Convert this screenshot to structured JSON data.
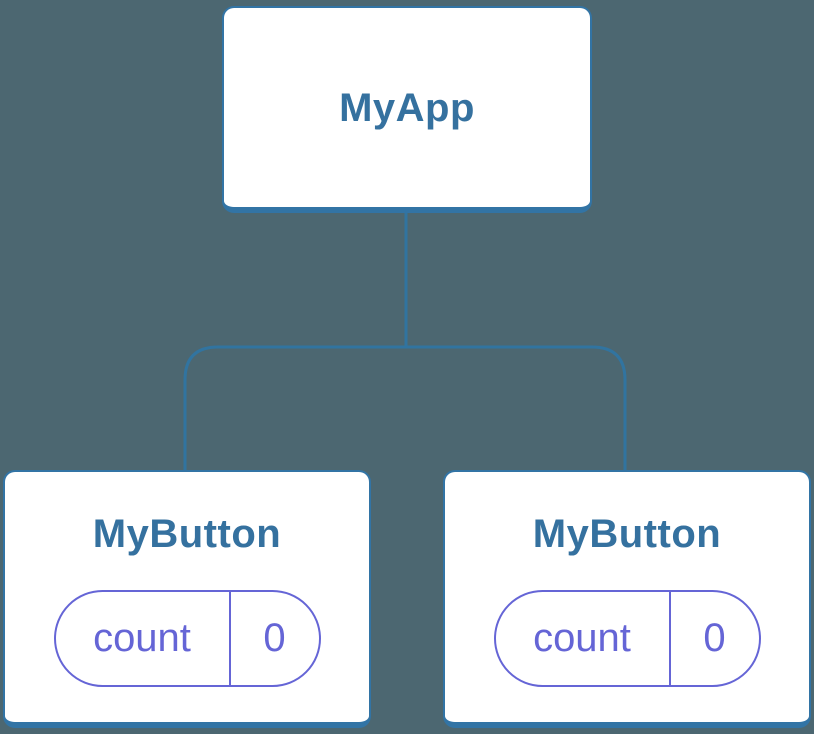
{
  "diagram": {
    "type": "component-tree",
    "root": {
      "label": "MyApp"
    },
    "children": [
      {
        "label": "MyButton",
        "state": {
          "key": "count",
          "value": "0"
        }
      },
      {
        "label": "MyButton",
        "state": {
          "key": "count",
          "value": "0"
        }
      }
    ],
    "colors": {
      "background": "#4c6771",
      "card_background": "#ffffff",
      "card_border": "#3274a5",
      "title_text": "#35719f",
      "connector_line": "#3174a0",
      "state_accent": "#6565d6"
    }
  }
}
